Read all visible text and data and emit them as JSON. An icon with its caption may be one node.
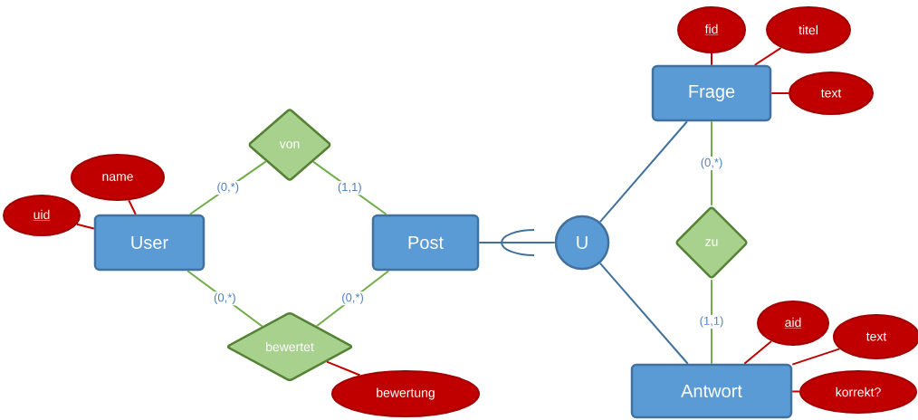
{
  "diagram": {
    "nodes": [
      {
        "text": [
          "User"
        ]
      },
      {
        "text": [
          "uid"
        ]
      },
      {
        "text": [
          "name"
        ]
      },
      {
        "text": [
          "von"
        ]
      },
      {
        "text": [
          "bewertet"
        ]
      },
      {
        "text": [
          "bewertung"
        ]
      },
      {
        "text": [
          "Post"
        ]
      },
      {
        "text": [
          "U"
        ]
      },
      {
        "text": [
          "Frage"
        ]
      },
      {
        "text": [
          "fid"
        ]
      },
      {
        "text": [
          "titel"
        ]
      },
      {
        "text": [
          "text"
        ]
      },
      {
        "text": [
          "zu"
        ]
      },
      {
        "text": [
          "Antwort"
        ]
      },
      {
        "text": [
          "aid"
        ]
      },
      {
        "text": [
          "text"
        ]
      },
      {
        "text": [
          "korrekt?"
        ]
      }
    ],
    "edges": [
      {
        "from": 0,
        "to": 1,
        "arrow": "none"
      },
      {
        "from": 0,
        "to": 2,
        "arrow": "none"
      },
      {
        "from": 0,
        "to": 3,
        "arrow": "none",
        "label": "(0,*)",
        "color": "#70ad47"
      },
      {
        "from": 3,
        "to": 6,
        "arrow": "none",
        "label": "(1,1)",
        "color": "#70ad47"
      },
      {
        "from": 0,
        "to": 4,
        "arrow": "none",
        "label": "(0,*)",
        "color": "#70ad47"
      },
      {
        "from": 4,
        "to": 6,
        "arrow": "none",
        "label": "(0,*)",
        "color": "#70ad47"
      },
      {
        "from": 4,
        "to": 5,
        "arrow": "none"
      },
      {
        "from": 6,
        "to": 7,
        "arrow": "none",
        "color": "#41719c"
      },
      {
        "from": 7,
        "to": 8,
        "arrow": "none",
        "color": "#41719c"
      },
      {
        "from": 7,
        "to": 13,
        "arrow": "none",
        "color": "#41719c"
      },
      {
        "from": 8,
        "to": 12,
        "arrow": "none",
        "label": "(0,*)",
        "color": "#70ad47"
      },
      {
        "from": 12,
        "to": 13,
        "arrow": "none",
        "label": "(1,1)",
        "color": "#70ad47"
      },
      {
        "from": 8,
        "to": 9,
        "arrow": "none"
      },
      {
        "from": 8,
        "to": 10,
        "arrow": "none"
      },
      {
        "from": 8,
        "to": 11,
        "arrow": "none"
      },
      {
        "from": 13,
        "to": 14,
        "arrow": "none"
      },
      {
        "from": 13,
        "to": 15,
        "arrow": "none"
      },
      {
        "from": 13,
        "to": 16,
        "arrow": "none"
      }
    ]
  }
}
